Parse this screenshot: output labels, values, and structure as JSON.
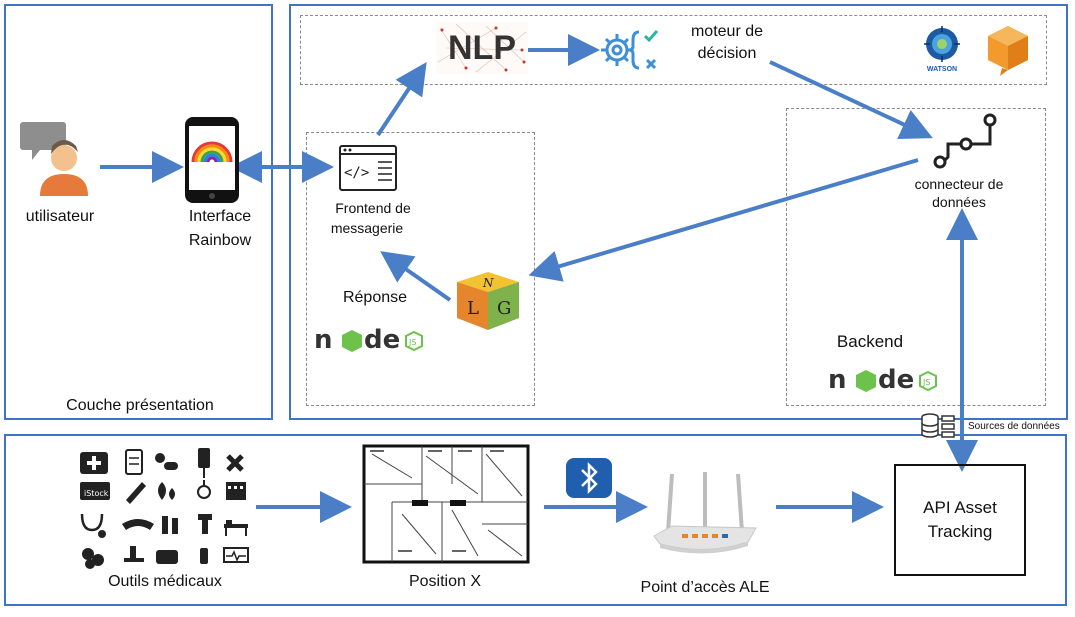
{
  "labels": {
    "utilisateur": "utilisateur",
    "interface_line1": "Interface",
    "interface_line2": "Rainbow",
    "couche": "Couche présentation",
    "nlp": "NLP",
    "moteur_line1": "moteur de",
    "moteur_line2": "décision",
    "watson": "WATSON",
    "frontend_line1": "Frontend de",
    "frontend_line2": "messagerie",
    "reponse": "Réponse",
    "connecteur_line1": "connecteur de",
    "connecteur_line2": "données",
    "backend": "Backend",
    "nodejs_logo": "node",
    "sources": "Sources de données",
    "outils": "Outils médicaux",
    "position": "Position X",
    "point_acces": "Point d’accès ALE",
    "api_line1": "API Asset",
    "api_line2": "Tracking",
    "nlg_n": "N",
    "nlg_l": "L",
    "nlg_g": "G",
    "istock": "iStock"
  },
  "colors": {
    "panel_border": "#3f74c2",
    "arrow": "#4a7fc7",
    "node_green": "#6cc24a",
    "node_dark": "#333333",
    "nlp_red": "#c0392b",
    "gear_blue": "#3d8fd6",
    "tick_teal": "#2bb3a3",
    "bluetooth_bg": "#1f5fae",
    "nlg_yellow": "#f2c230",
    "nlg_orange": "#e5862d",
    "nlg_green": "#7fb24a",
    "watson_blue": "#1c5aa6",
    "chat_orange": "#f29a2e"
  },
  "icons": [
    "user-chat-icon",
    "smartphone-rainbow-icon",
    "code-window-icon",
    "nlp-network-icon",
    "gear-decision-icon",
    "watson-logo-icon",
    "chatbot-logo-icon",
    "data-connector-icon",
    "nlg-cube-icon",
    "nodejs-logo-icon",
    "database-icon",
    "medical-tools-icon",
    "floor-plan-icon",
    "bluetooth-icon",
    "router-icon"
  ]
}
